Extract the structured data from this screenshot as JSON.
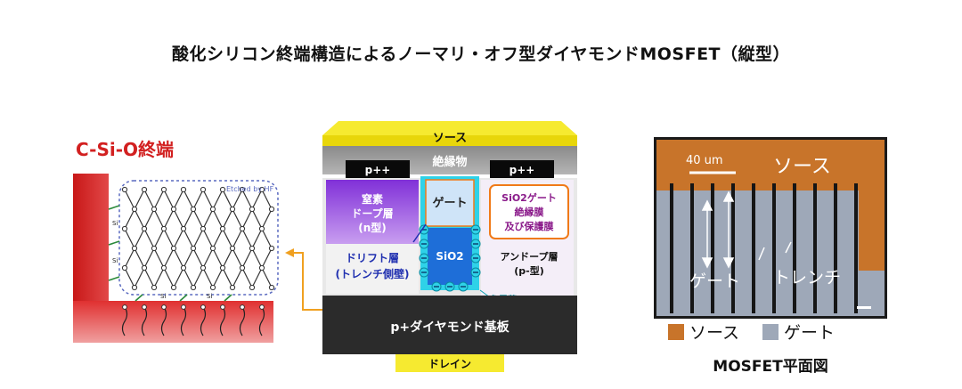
{
  "title": "酸化シリコン終端構造によるノーマリ・オフ型ダイヤモンドMOSFET（縦型）",
  "left_panel": {
    "label": "C-Si-O終端",
    "etched_note": "Etched by HF",
    "atom_labels": [
      "Si",
      "Si",
      "Si",
      "Si"
    ]
  },
  "cross_section": {
    "source": "ソース",
    "insulator": "絶縁物",
    "p_plus_plus": "p++",
    "gate": "ゲート",
    "n_layer": [
      "窒素",
      "ドープ層",
      "(n型)"
    ],
    "drift_layer": [
      "ドリフト層",
      "(トレンチ側壁)"
    ],
    "sio2": "SiO2",
    "sio2_gate_insulator": [
      "SiO2ゲート",
      "絶縁膜",
      "及び保護膜"
    ],
    "undoped": [
      "アンドープ層",
      "(p-型)"
    ],
    "negative_charge": "負電荷",
    "substrate": "p+ダイヤモンド基板",
    "drain": "ドレイン"
  },
  "micrograph": {
    "scale": "40 um",
    "source": "ソース",
    "gate": "ゲート",
    "trench": "トレンチ",
    "legend_source": "ソース",
    "legend_gate": "ゲート",
    "caption": "MOSFET平面図"
  },
  "colors": {
    "source_metal": "#f2e210",
    "red": "#d42a2a",
    "purple": "#a35ae0",
    "cyan": "#2fd2e8",
    "orange": "#f07a18",
    "substrate": "#2b2b2b",
    "micro_orange": "#c8742a",
    "micro_gray": "#9ea8b8"
  }
}
